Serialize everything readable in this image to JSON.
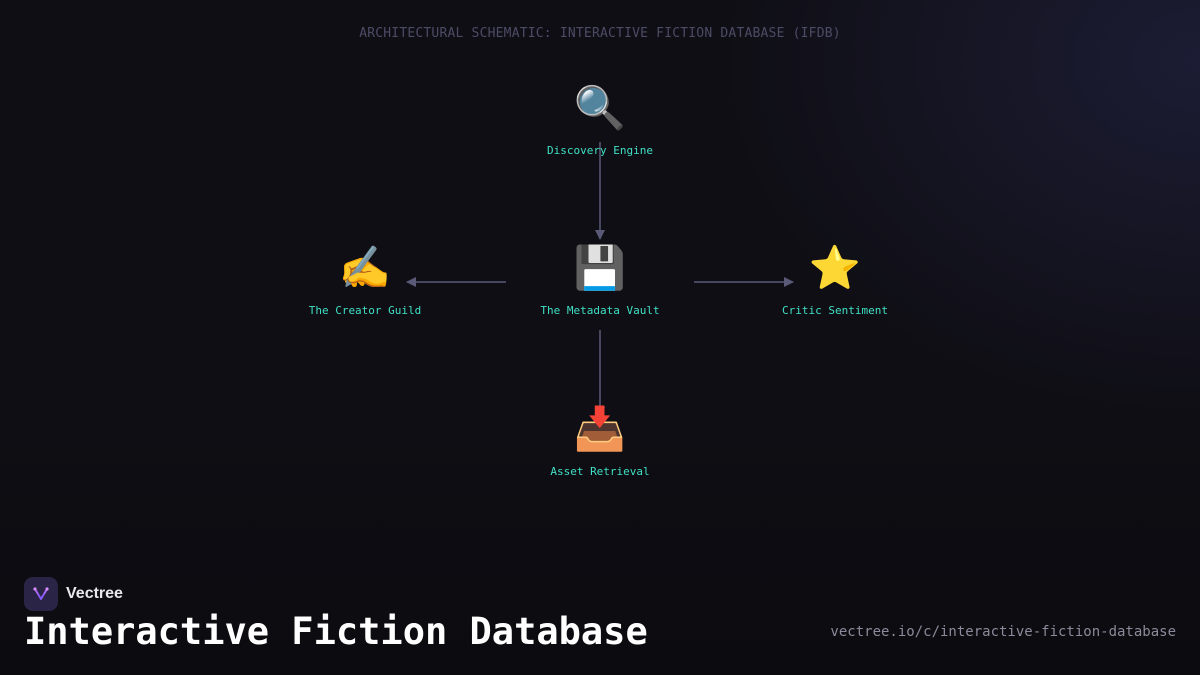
{
  "schematic_title": "ARCHITECTURAL SCHEMATIC: INTERACTIVE FICTION DATABASE (IFDB)",
  "nodes": {
    "discovery": {
      "icon": "🔍",
      "icon_name": "magnifying-glass-icon",
      "label": "Discovery Engine"
    },
    "vault": {
      "icon": "💾",
      "icon_name": "floppy-disk-icon",
      "label": "The Metadata Vault"
    },
    "creator": {
      "icon": "✍️",
      "icon_name": "writing-hand-icon",
      "label": "The Creator Guild"
    },
    "critic": {
      "icon": "⭐",
      "icon_name": "star-icon",
      "label": "Critic Sentiment"
    },
    "asset": {
      "icon": "📥",
      "icon_name": "inbox-tray-icon",
      "label": "Asset Retrieval"
    }
  },
  "edges": [
    {
      "from": "Discovery Engine",
      "to": "The Metadata Vault"
    },
    {
      "from": "The Metadata Vault",
      "to": "The Creator Guild"
    },
    {
      "from": "The Metadata Vault",
      "to": "Critic Sentiment"
    },
    {
      "from": "The Metadata Vault",
      "to": "Asset Retrieval"
    }
  ],
  "brand": {
    "name": "Vectree"
  },
  "title": "Interactive Fiction Database",
  "url": "vectree.io/c/interactive-fiction-database",
  "colors": {
    "background": "#0f0e14",
    "node_label": "#3fe0c4",
    "edge": "#5a5a78",
    "heading_muted": "#4c4b66"
  }
}
